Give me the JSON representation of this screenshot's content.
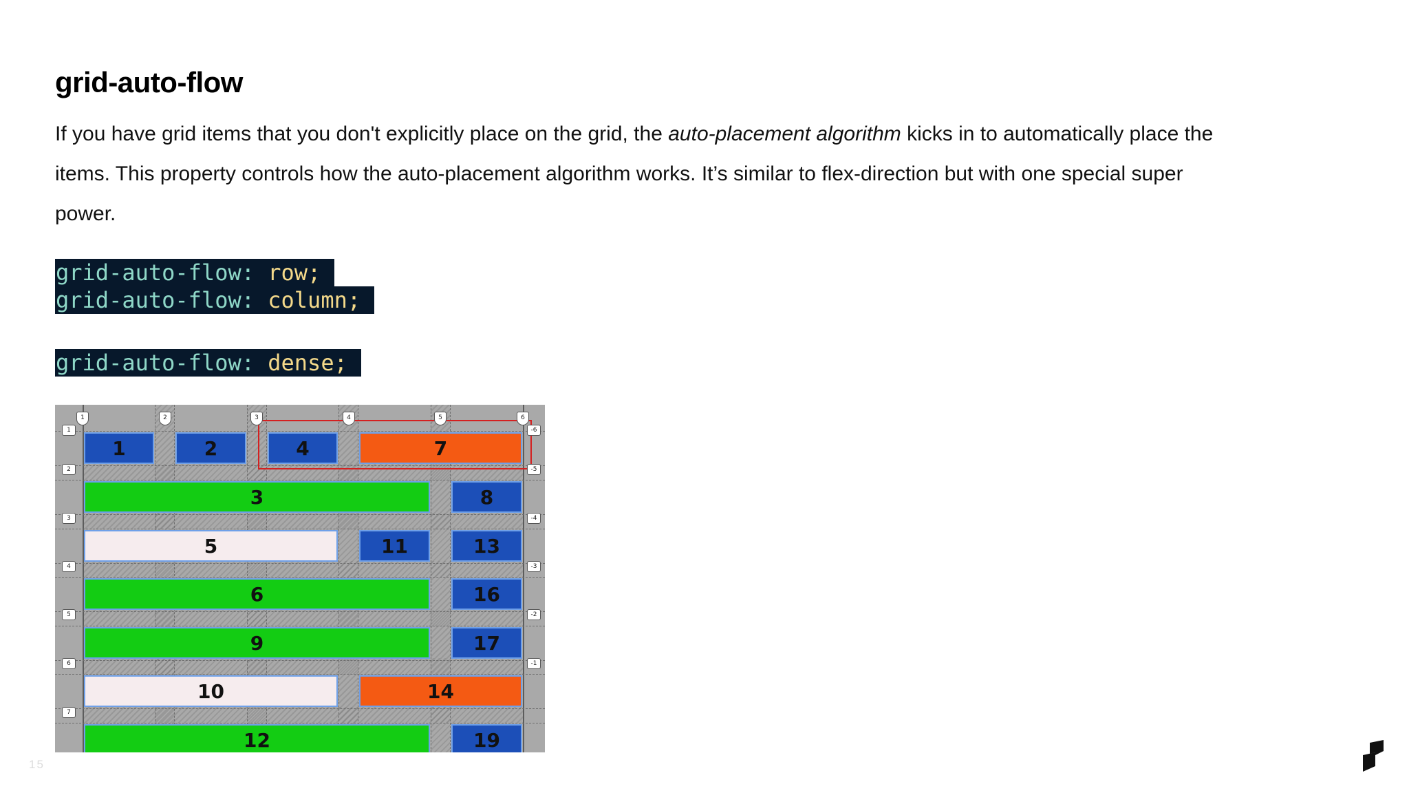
{
  "slide": {
    "title": "grid-auto-flow",
    "paragraph": {
      "before": "If you have grid items that you don't explicitly place on the grid, the ",
      "emphasis": "auto-placement algorithm",
      "after": " kicks in to automatically place the items. This property controls how the auto-placement algorithm works. It’s similar to flex-direction but with one special super power."
    },
    "code": [
      {
        "property": "grid-auto-flow:",
        "value": "row;"
      },
      {
        "property": "grid-auto-flow:",
        "value": "column;"
      },
      {
        "property": "grid-auto-flow:",
        "value": "dense;"
      }
    ],
    "page_number": "15"
  },
  "figure": {
    "items": [
      {
        "label": "1",
        "color": "blue"
      },
      {
        "label": "2",
        "color": "blue"
      },
      {
        "label": "4",
        "color": "blue"
      },
      {
        "label": "7",
        "color": "orange"
      },
      {
        "label": "3",
        "color": "green"
      },
      {
        "label": "8",
        "color": "blue"
      },
      {
        "label": "5",
        "color": "pink"
      },
      {
        "label": "11",
        "color": "blue"
      },
      {
        "label": "13",
        "color": "blue"
      },
      {
        "label": "6",
        "color": "green"
      },
      {
        "label": "16",
        "color": "blue"
      },
      {
        "label": "9",
        "color": "green"
      },
      {
        "label": "17",
        "color": "blue"
      },
      {
        "label": "10",
        "color": "pink"
      },
      {
        "label": "14",
        "color": "orange"
      },
      {
        "label": "12",
        "color": "green"
      },
      {
        "label": "19",
        "color": "blue"
      }
    ],
    "column_numbers": [
      "1",
      "2",
      "3",
      "4",
      "5",
      "6"
    ],
    "row_numbers_left": [
      "1",
      "2",
      "3",
      "4",
      "5",
      "6",
      "7"
    ],
    "row_numbers_right": [
      "-6",
      "-5",
      "-4",
      "-3",
      "-2",
      "-1"
    ],
    "colors": {
      "blue": "#1c4fb8",
      "green": "#13cc13",
      "pink": "#f6ecee",
      "orange": "#f45a13",
      "code_background": "#07182b",
      "highlight": "#d42020"
    }
  }
}
